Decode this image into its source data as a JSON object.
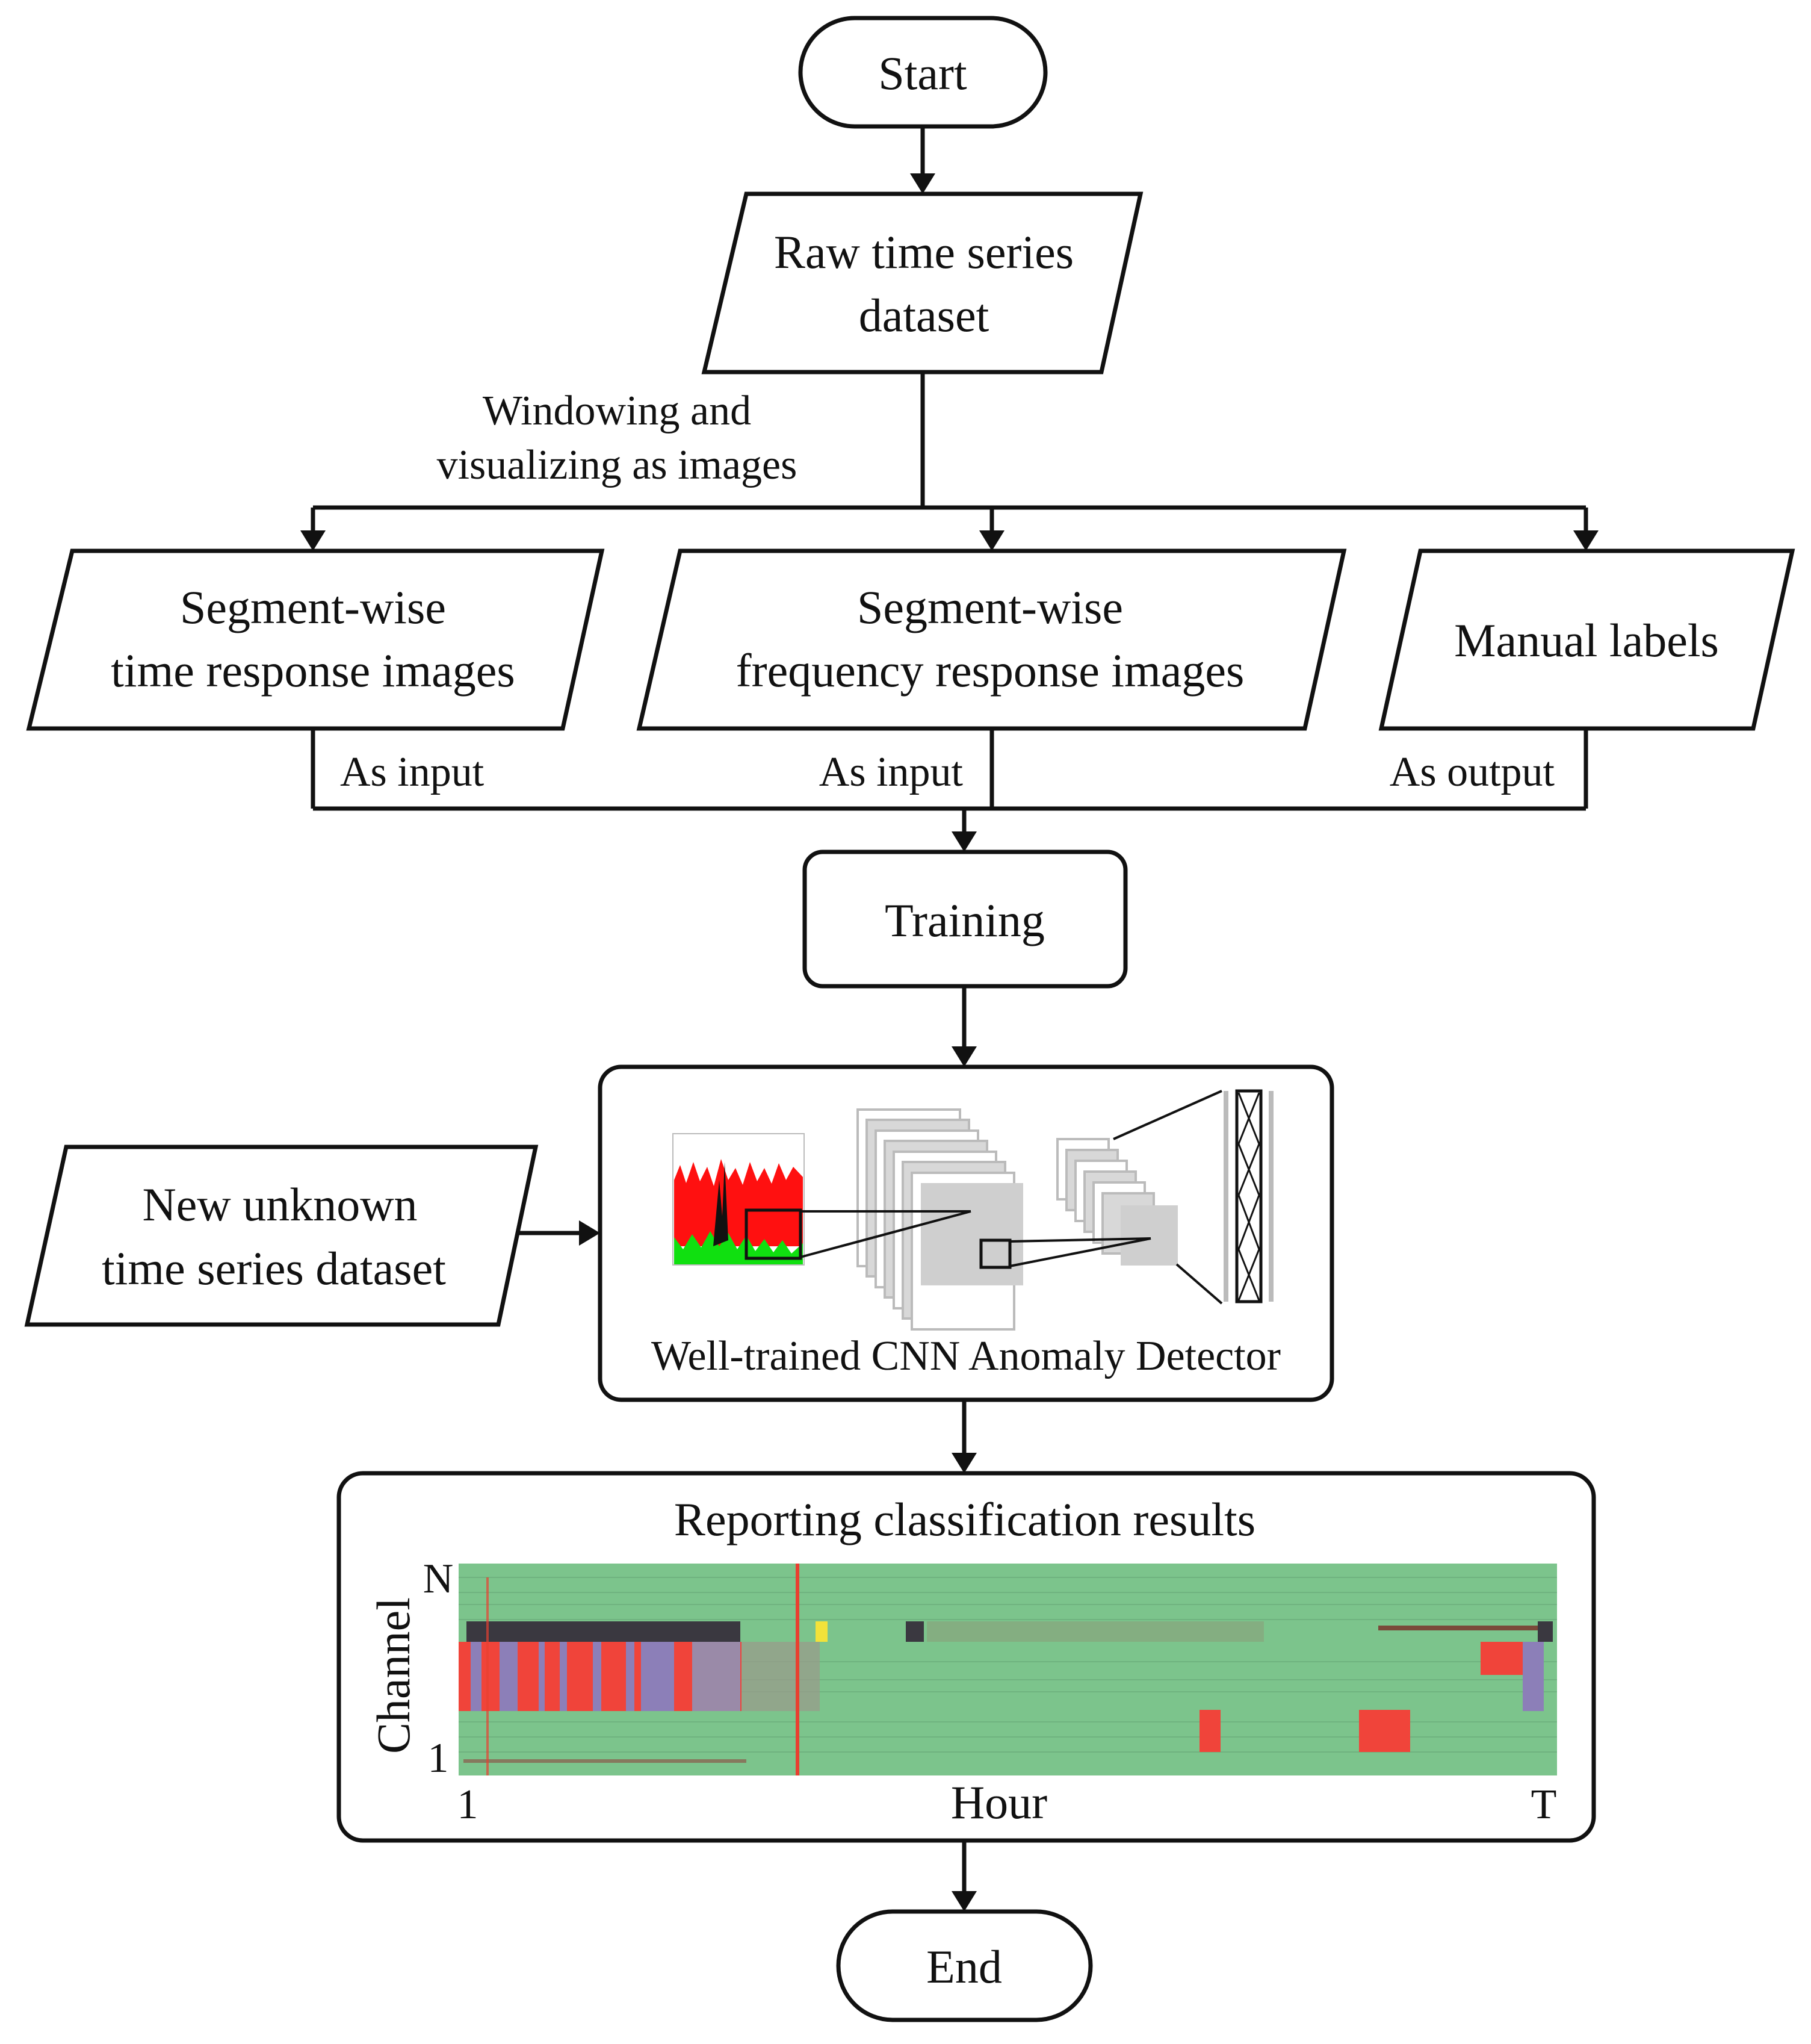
{
  "nodes": {
    "start": {
      "label": "Start"
    },
    "raw_dataset": {
      "line1": "Raw time series",
      "line2": "dataset"
    },
    "branch_note": {
      "line1": "Windowing and",
      "line2": "visualizing as images"
    },
    "time_images": {
      "line1": "Segment-wise",
      "line2": "time response images"
    },
    "freq_images": {
      "line1": "Segment-wise",
      "line2": "frequency response images"
    },
    "manual_labels": {
      "label": "Manual labels"
    },
    "training": {
      "label": "Training"
    },
    "cnn_detector": {
      "label": "Well-trained CNN Anomaly Detector"
    },
    "new_dataset": {
      "line1": "New unknown",
      "line2": "time series dataset"
    },
    "report": {
      "label": "Reporting classification results"
    },
    "end": {
      "label": "End"
    }
  },
  "edge_labels": {
    "time_role": "As input",
    "freq_role": "As input",
    "labels_role": "As output"
  },
  "result_map": {
    "y_axis_label": "Channel",
    "y_top_tick": "N",
    "y_bottom_tick": "1",
    "x_axis_label": "Hour",
    "x_start_tick": "1",
    "x_end_tick": "T",
    "colors": {
      "normal": "#7cc48c",
      "anomaly": "#f0443a",
      "missing": "#3a3840",
      "other": "#8c7fb8",
      "marker": "#e84030",
      "highlight": "#f2e23a"
    }
  },
  "cnn_illustration": {
    "input_colors": {
      "top": "#ff0000",
      "bottom": "#00e000",
      "spike": "#000000"
    },
    "feature_map_color": "#cfcfcf"
  }
}
